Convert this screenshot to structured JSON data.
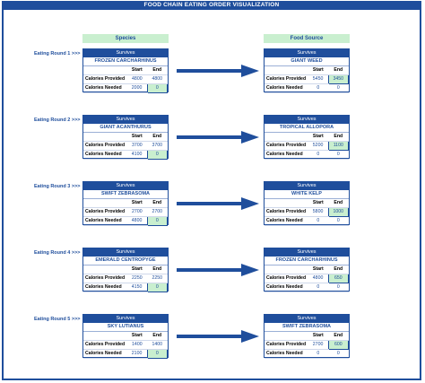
{
  "title": "FOOD CHAIN EATING ORDER VISUALIZATION",
  "columns": {
    "species": "Species",
    "food": "Food Source"
  },
  "labels": {
    "survives": "Survives",
    "start": "Start",
    "end": "End",
    "provided": "Calories Provided",
    "needed": "Calories Needed"
  },
  "accent": "#1f4e9c",
  "highlight": "#c9efcf",
  "rounds": [
    {
      "label": "Eating Round 1 >>>",
      "species": {
        "name": "FROZEN CARCHARHINUS",
        "prov_start": "4800",
        "prov_end": "4800",
        "need_start": "2000",
        "need_end": "0"
      },
      "food": {
        "name": "GIANT WEED",
        "prov_start": "5450",
        "prov_end": "3450",
        "need_start": "0",
        "need_end": "0"
      }
    },
    {
      "label": "Eating Round 2 >>>",
      "species": {
        "name": "GIANT ACANTHURUS",
        "prov_start": "3700",
        "prov_end": "3700",
        "need_start": "4100",
        "need_end": "0"
      },
      "food": {
        "name": "TROPICAL ALLOPORA",
        "prov_start": "5200",
        "prov_end": "1100",
        "need_start": "0",
        "need_end": "0"
      }
    },
    {
      "label": "Eating Round 3 >>>",
      "species": {
        "name": "SWIFT ZEBRASOMA",
        "prov_start": "2700",
        "prov_end": "2700",
        "need_start": "4800",
        "need_end": "0"
      },
      "food": {
        "name": "WHITE KELP",
        "prov_start": "5800",
        "prov_end": "1000",
        "need_start": "0",
        "need_end": "0"
      }
    },
    {
      "label": "Eating Round 4 >>>",
      "species": {
        "name": "EMERALD CENTROPYGE",
        "prov_start": "2250",
        "prov_end": "2250",
        "need_start": "4150",
        "need_end": "0"
      },
      "food": {
        "name": "FROZEN CARCHARHINUS",
        "prov_start": "4800",
        "prov_end": "650",
        "need_start": "0",
        "need_end": "0"
      }
    },
    {
      "label": "Eating Round 5 >>>",
      "species": {
        "name": "SKY LUTIANUS",
        "prov_start": "1400",
        "prov_end": "1400",
        "need_start": "2100",
        "need_end": "0"
      },
      "food": {
        "name": "SWIFT ZEBRASOMA",
        "prov_start": "2700",
        "prov_end": "600",
        "need_start": "0",
        "need_end": "0"
      }
    }
  ]
}
